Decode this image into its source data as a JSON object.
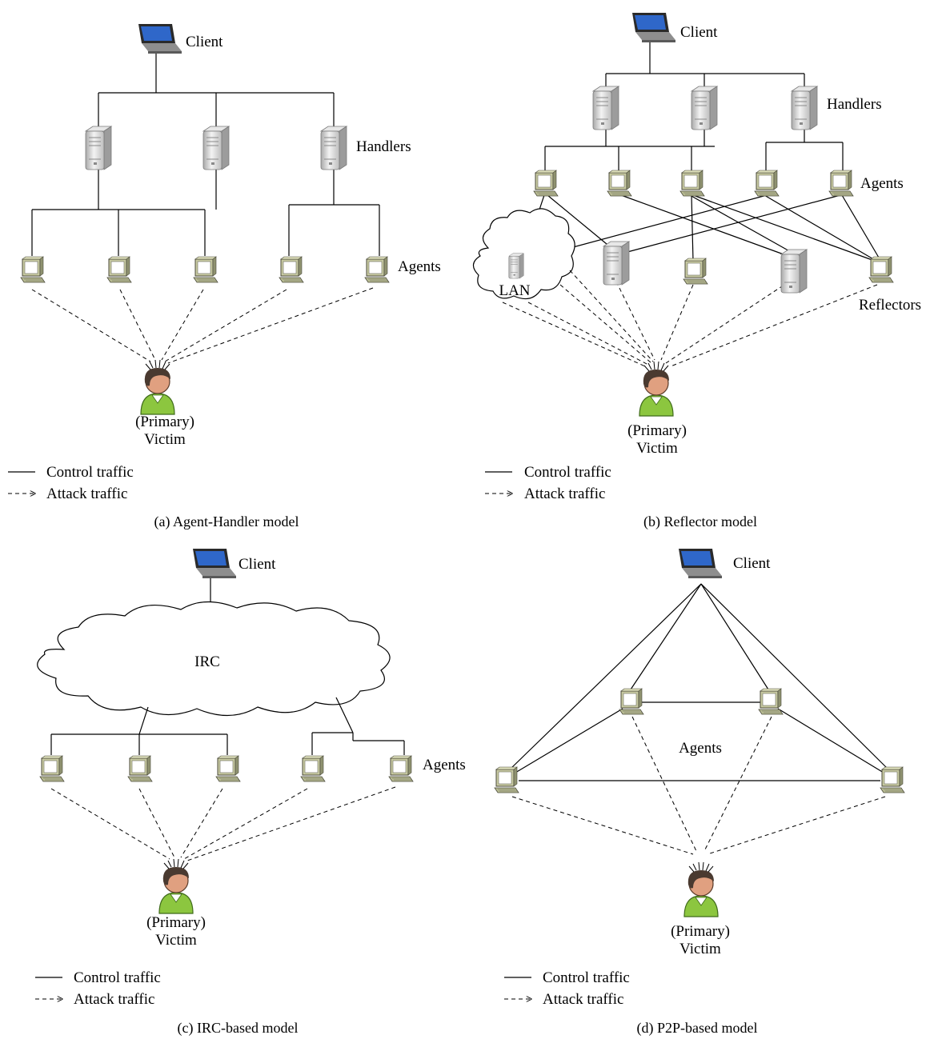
{
  "panels": [
    {
      "caption": "(a)  Agent-Handler model",
      "client_label": "Client",
      "handlers_label": "Handlers",
      "agents_label": "Agents",
      "victim_label": [
        "(Primary)",
        "Victim"
      ],
      "legend": {
        "control": "Control traffic",
        "attack": "Attack traffic"
      }
    },
    {
      "caption": "(b)  Reflector model",
      "client_label": "Client",
      "handlers_label": "Handlers",
      "agents_label": "Agents",
      "reflectors_label": "Reflectors",
      "lan_label": "LAN",
      "victim_label": [
        "(Primary)",
        "Victim"
      ],
      "legend": {
        "control": "Control traffic",
        "attack": "Attack traffic"
      }
    },
    {
      "caption": "(c)  IRC-based model",
      "client_label": "Client",
      "irc_label": "IRC",
      "agents_label": "Agents",
      "victim_label": [
        "(Primary)",
        "Victim"
      ],
      "legend": {
        "control": "Control traffic",
        "attack": "Attack traffic"
      }
    },
    {
      "caption": "(d)  P2P-based model",
      "client_label": "Client",
      "agents_label": "Agents",
      "victim_label": [
        "(Primary)",
        "Victim"
      ],
      "legend": {
        "control": "Control traffic",
        "attack": "Attack traffic"
      }
    }
  ],
  "colors": {
    "server_body": "#d8d8d8",
    "agent_frame": "#c9cba3",
    "victim_shirt": "#8cc63f",
    "victim_face": "#e0a080",
    "victim_hair": "#4a3a30"
  }
}
